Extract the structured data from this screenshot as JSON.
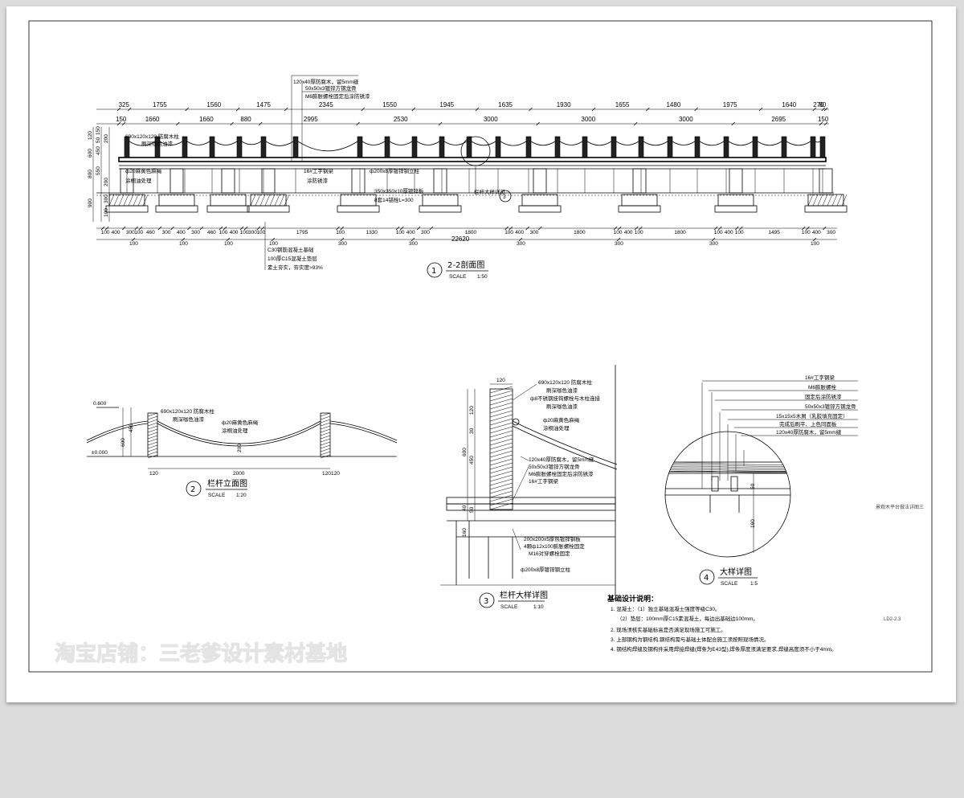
{
  "section": {
    "title": "2-2剖面图",
    "num": "1",
    "scale_label": "SCALE",
    "scale_value": "1:50",
    "top_dims": [
      "325",
      "1755",
      "1560",
      "1475",
      "2345",
      "1550",
      "1945",
      "1635",
      "1930",
      "1655",
      "1480",
      "1975",
      "1640",
      "270",
      "80"
    ],
    "mid_dims": [
      "150",
      "1660",
      "1660",
      "880",
      "2995",
      "2530",
      "3000",
      "3000",
      "3000",
      "2695",
      "150"
    ],
    "bottom_dims_1": [
      "100",
      "400",
      "300",
      "100",
      "460",
      "300",
      "400",
      "300",
      "460",
      "100",
      "400",
      "100",
      "300",
      "100",
      "1795",
      "100",
      "1330",
      "100",
      "400",
      "300",
      "1800",
      "100",
      "400",
      "300",
      "1800",
      "100",
      "400",
      "100",
      "1800",
      "100",
      "400",
      "100",
      "1495",
      "100",
      "400",
      "300"
    ],
    "bottom_dims_2": [
      "100",
      "100",
      "100",
      "100",
      "300",
      "300",
      "300",
      "300",
      "300",
      "100"
    ],
    "total_dim": "22620",
    "left_dims": [
      "120",
      "600",
      "800",
      "900",
      "150",
      "50",
      "450",
      "550",
      "200",
      "200",
      "300",
      "100"
    ],
    "labels": [
      "120x40厚防腐木，留5mm缝",
      "50x50x3镀锌方钢龙骨",
      "M6膨胀螺栓固定后涂防锈漆",
      "690x120x120 防腐木柱",
      "刷深咖色油漆",
      "ф20麻黄色麻绳",
      "涂桐油处理",
      "16#工字钢梁",
      "涂防锈漆",
      "ф200x8厚镀锌钢立柱",
      "350x350x10厚镀锌板",
      "8套14锚栓L=300",
      "栏杆大样详见",
      "C30钢筋混凝土基础",
      "100厚C15混凝土垫层",
      "素土夯实，夯实度>93%"
    ],
    "callout_num": "3"
  },
  "elevation": {
    "title": "栏杆立面图",
    "num": "2",
    "scale_label": "SCALE",
    "scale_value": "1:20",
    "level_top": "0.600",
    "level_ground": "±0.000",
    "dims": [
      "120",
      "600",
      "450",
      "120",
      "2000",
      "120",
      "200"
    ],
    "labels": [
      "690x120x120 防腐木柱",
      "刷深咖色油漆",
      "ф20麻黄色麻绳",
      "涂桐油处理"
    ]
  },
  "railing": {
    "title": "栏杆大样详图",
    "num": "3",
    "scale_label": "SCALE",
    "scale_value": "1:10",
    "dims": [
      "120",
      "600",
      "120",
      "30",
      "450",
      "50",
      "40",
      "160"
    ],
    "labels": [
      "690x120x120 防腐木柱",
      "刷深咖色油漆",
      "ф8不锈钢挂钩螺栓与木柱连接",
      "刷深咖色油漆",
      "ф20麻黄色麻绳",
      "涂桐油处理",
      "120x40厚防腐木，留5mm缝",
      "50x50x3镀锌方钢龙骨",
      "M6膨胀螺栓固定后涂防锈漆",
      "16#工字钢梁",
      "200x200x5厚热镀锌钢板",
      "4颗ф12x100膨胀螺栓固定",
      "M16对穿螺栓固定",
      "ф200x8厚镀锌钢立柱"
    ]
  },
  "detail": {
    "title": "大样详图",
    "num": "4",
    "scale_label": "SCALE",
    "scale_value": "1:5",
    "dims": [
      "50",
      "160"
    ],
    "labels": [
      "16#工字钢梁",
      "M6膨胀螺栓",
      "固定后涂防锈漆",
      "50x50x3镀锌方钢龙骨",
      "15x15x5木屑（乳胶填充固定）",
      "完成后刷平、上色同面板",
      "120x40厚防腐木，留5mm缝"
    ]
  },
  "notes": {
    "title": "基础设计说明：",
    "items": [
      "1. 混凝土：（1）独立基础混凝土强度等级C30。",
      "（2）垫层：100mm厚C15素混凝土，每边出基础边100mm。",
      "2. 现场须核实基础标高是否满足现场施工可施工。",
      "3. 上部钢构为钢结构,钢结构需与基础土体配合施工须按照现场情况。",
      "4. 钢结构焊缝及钢构件采用焊接焊缝(焊条为E43型),焊条厚度须满足要求,焊缝高度须不小于4mm。"
    ]
  },
  "side_note": "景观木平台做法详图三",
  "drawing_code": "LD2-2.3",
  "watermark": "淘宝店铺：三老爹设计素材基地"
}
